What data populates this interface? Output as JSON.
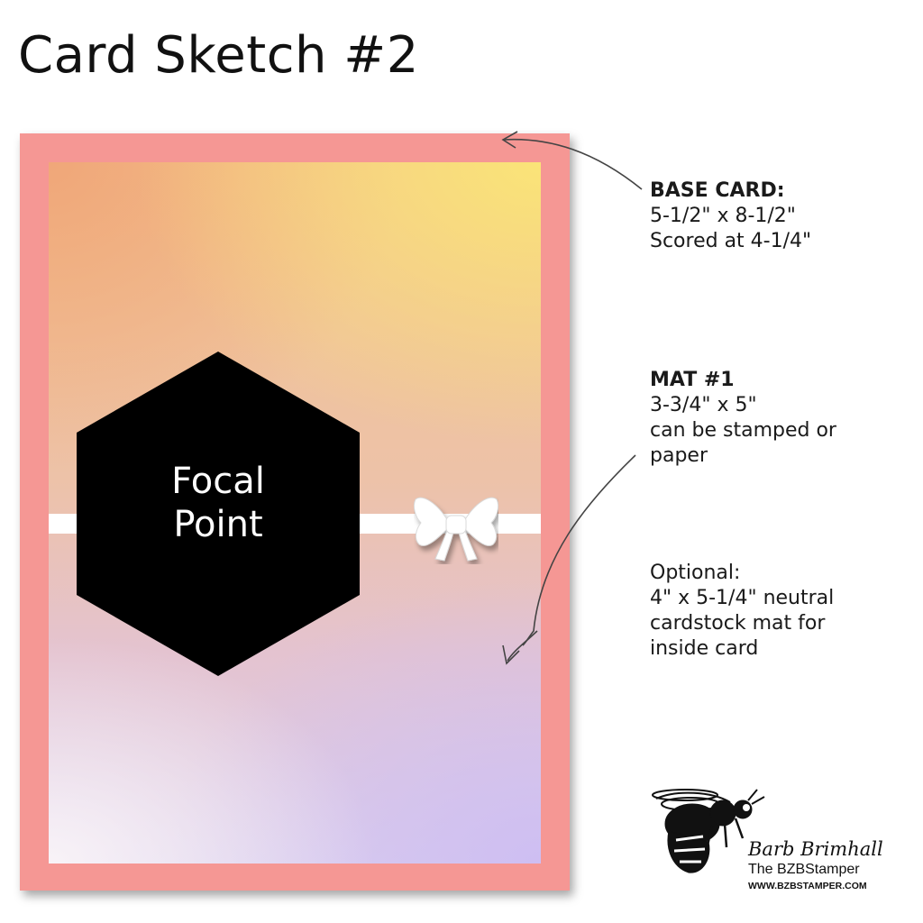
{
  "title": "Card Sketch #2",
  "card": {
    "focal_line1": "Focal",
    "focal_line2": "Point",
    "base_color": "#f59794",
    "hexagon_color": "#000000",
    "ribbon_color": "#ffffff"
  },
  "annotations": {
    "base_card": {
      "heading": "BASE CARD:",
      "line1": "5-1/2\" x 8-1/2\"",
      "line2": "Scored at 4-1/4\""
    },
    "mat1": {
      "heading": "MAT #1",
      "line1": "3-3/4\" x 5\"",
      "line2": "can be stamped or",
      "line3": "paper"
    },
    "optional": {
      "line1": "Optional:",
      "line2": "4\" x 5-1/4\" neutral",
      "line3": "cardstock mat for",
      "line4": "inside card"
    }
  },
  "logo": {
    "signature": "Barb Brimhall",
    "brand": "The BZBStamper",
    "url": "WWW.BZBSTAMPER.COM",
    "icon": "bee-icon"
  }
}
